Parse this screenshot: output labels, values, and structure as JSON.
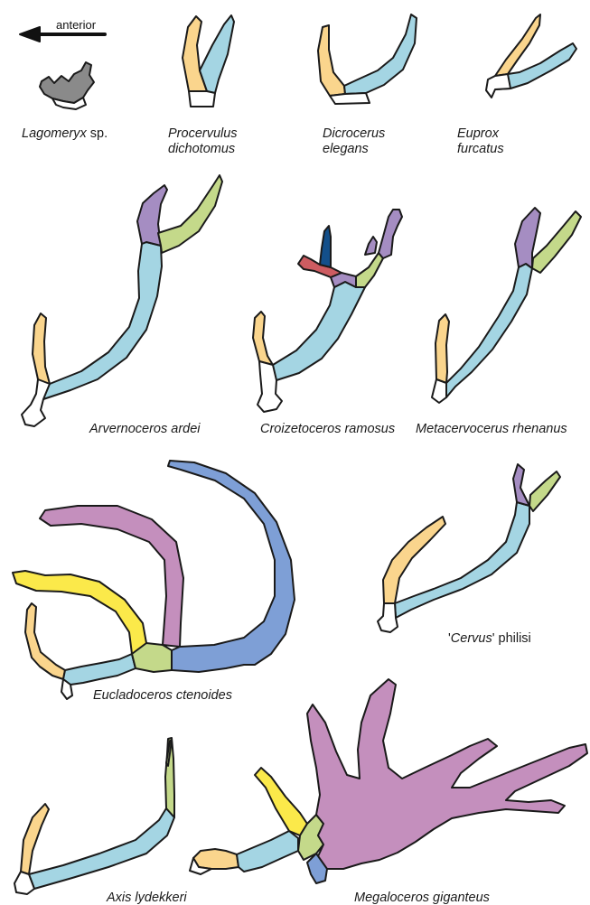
{
  "orientation": {
    "label": "anterior"
  },
  "colors": {
    "basal_tine_yellow": "#fad58d",
    "beam_blue": "#a4d5e3",
    "tine_purple": "#a58dc2",
    "tine_green": "#c4d98a",
    "tine_magenta": "#c48fbd",
    "tine_bright_yellow": "#fbe94a",
    "tine_dark_blue": "#134f8a",
    "tine_red": "#cd5c61",
    "beam_steel_blue": "#7e9fd6",
    "pedicle_white": "#ffffff",
    "fossil_gray": "#8a8a8a",
    "outline": "#1a1a1a"
  },
  "taxa": [
    {
      "id": "lagomeryx",
      "genus": "Lagomeryx",
      "rest": " sp.",
      "line2": ""
    },
    {
      "id": "procervulus",
      "genus": "Procervulus",
      "rest": "",
      "line2": "dichotomus"
    },
    {
      "id": "dicrocerus",
      "genus": "Dicrocerus",
      "rest": "",
      "line2": "elegans"
    },
    {
      "id": "euprox",
      "genus": "Euprox",
      "rest": "",
      "line2": "furcatus"
    },
    {
      "id": "arvernoceros",
      "genus": "Arvernoceros ardei",
      "rest": "",
      "line2": ""
    },
    {
      "id": "croizetoceros",
      "genus": "Croizetoceros ramosus",
      "rest": "",
      "line2": ""
    },
    {
      "id": "metacervocerus",
      "genus": "Metacervocerus rhenanus",
      "rest": "",
      "line2": ""
    },
    {
      "id": "cervus_philisi",
      "prefix": "'",
      "genus": "Cervus",
      "rest": "' philisi",
      "line2": ""
    },
    {
      "id": "eucladoceros",
      "genus": "Eucladoceros ctenoides",
      "rest": "",
      "line2": ""
    },
    {
      "id": "axis",
      "genus": "Axis lydekkeri",
      "rest": "",
      "line2": ""
    },
    {
      "id": "megaloceros",
      "genus": "Megaloceros giganteus",
      "rest": "",
      "line2": ""
    }
  ]
}
